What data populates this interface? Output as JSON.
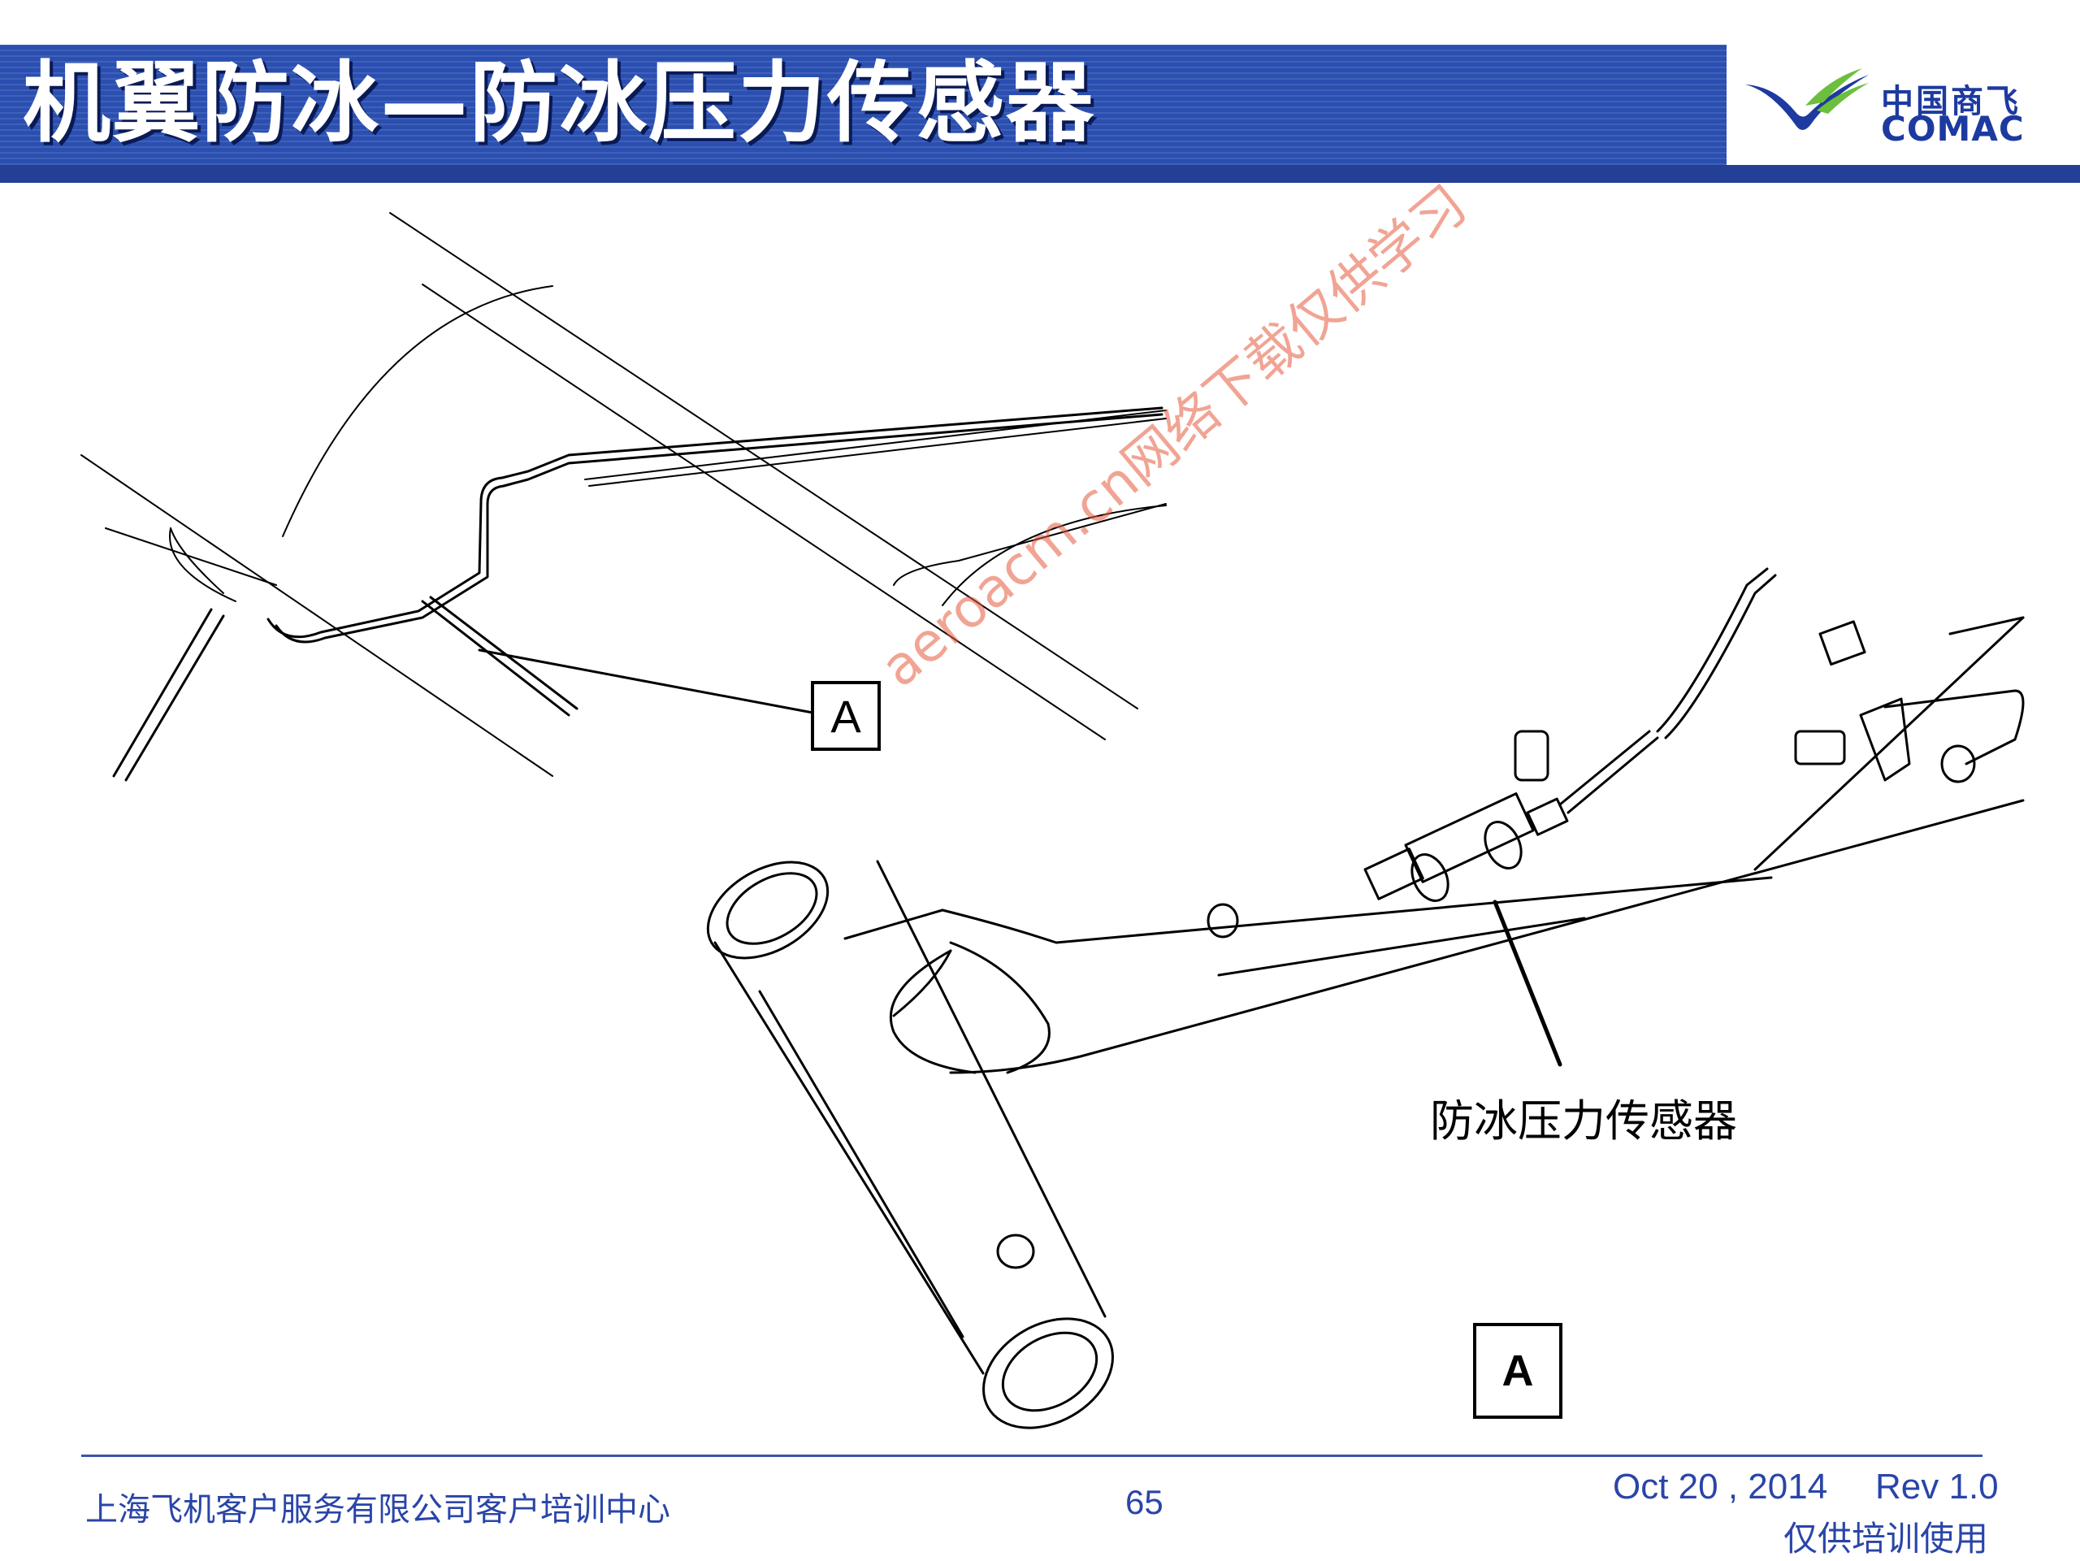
{
  "header": {
    "title": "机翼防冰—防冰压力传感器",
    "logo_cn": "中国商飞",
    "logo_en": "COMAC"
  },
  "diagram": {
    "view_label_small": "A",
    "view_label_large": "A",
    "callout": "防冰压力传感器",
    "watermark": "aeroacm.cn网络下载仅供学习"
  },
  "footer": {
    "organization": "上海飞机客户服务有限公司客户培训中心",
    "page_number": "65",
    "date": "Oct 20 , 2014",
    "revision": "Rev 1.0",
    "note": "仅供培训使用"
  },
  "colors": {
    "title_bar": "#2a4fb0",
    "title_underline": "#233f96",
    "footer_text": "#2a45a8",
    "logo_blue": "#1d3aa0",
    "logo_green": "#6cbf3c",
    "watermark": "#e65a3c"
  }
}
